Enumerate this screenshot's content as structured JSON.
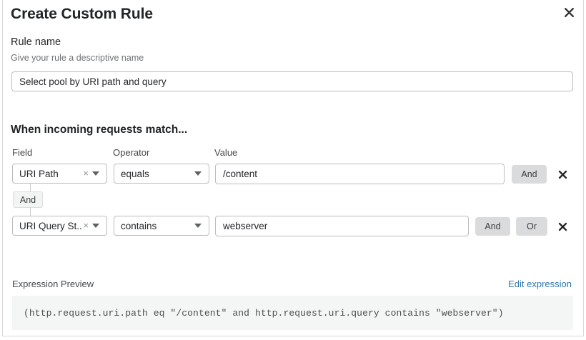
{
  "dialog": {
    "title": "Create Custom Rule",
    "close_label": "close-icon"
  },
  "rule_name": {
    "label": "Rule name",
    "hint": "Give your rule a descriptive name",
    "value": "Select pool by URI path and query",
    "placeholder": "Select pool by URI path and query"
  },
  "conditions": {
    "heading": "When incoming requests match...",
    "columns": {
      "field": "Field",
      "operator": "Operator",
      "value": "Value"
    },
    "connector": "And",
    "rows": [
      {
        "field": "URI Path",
        "clear": "×",
        "operator": "equals",
        "value": "/content",
        "logic_buttons": [
          "And"
        ],
        "remove": "✕"
      },
      {
        "field": "URI Query St...",
        "clear": "×",
        "operator": "contains",
        "value": "webserver",
        "logic_buttons": [
          "And",
          "Or"
        ],
        "remove": "✕"
      }
    ],
    "row1_and_label": "And",
    "row2_and_label": "And",
    "row2_or_label": "Or"
  },
  "expression": {
    "label": "Expression Preview",
    "edit_link": "Edit expression",
    "code": "(http.request.uri.path eq \"/content\" and http.request.uri.query contains \"webserver\")"
  },
  "colors": {
    "link": "#3179ab",
    "logic_button_bg": "#d9dbdc",
    "code_bg": "#f4f5f5",
    "border": "#b9bdbf"
  }
}
